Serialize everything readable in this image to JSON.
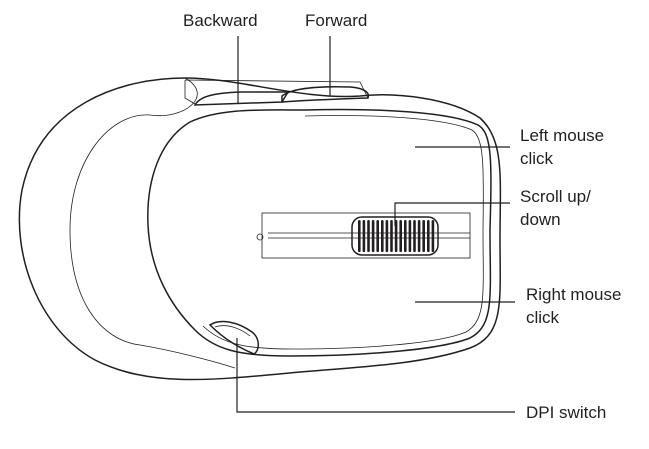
{
  "labels": {
    "backward": "Backward",
    "forward": "Forward",
    "left_click": [
      "Left mouse",
      "click"
    ],
    "scroll": [
      "Scroll up/",
      "down"
    ],
    "right_click": [
      "Right mouse",
      "click"
    ],
    "dpi": "DPI switch"
  }
}
